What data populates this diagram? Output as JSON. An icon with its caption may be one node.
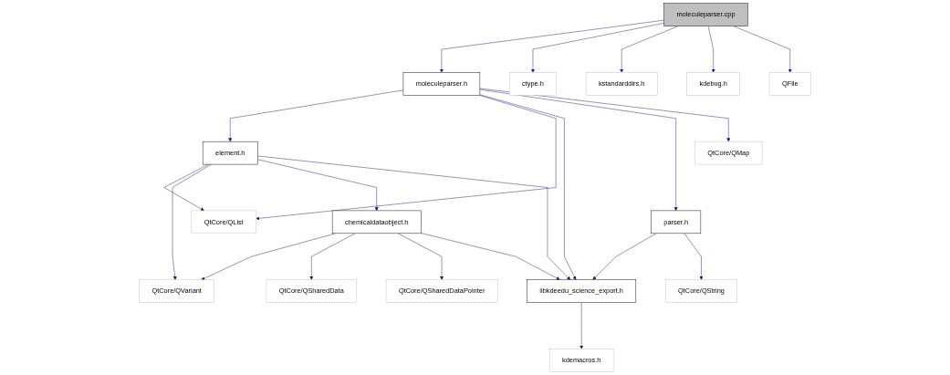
{
  "diagram": {
    "nodes": [
      {
        "text": [
          "moleculeparser.cpp"
        ]
      },
      {
        "text": [
          "moleculeparser.h"
        ]
      },
      {
        "text": [
          "ctype.h"
        ]
      },
      {
        "text": [
          "kstandarddirs.h"
        ]
      },
      {
        "text": [
          "kdebug.h"
        ]
      },
      {
        "text": [
          "QFile"
        ]
      },
      {
        "text": [
          "element.h"
        ]
      },
      {
        "text": [
          "parser.h"
        ]
      },
      {
        "text": [
          "QtCore/QMap"
        ]
      },
      {
        "text": [
          "QtCore/QList"
        ]
      },
      {
        "text": [
          "chemicaldataobject.h"
        ]
      },
      {
        "text": [
          "QtCore/QString"
        ]
      },
      {
        "text": [
          "QtCore/QVariant"
        ]
      },
      {
        "text": [
          "QtCore/QSharedData"
        ]
      },
      {
        "text": [
          "QtCore/QSharedDataPointer"
        ]
      },
      {
        "text": [
          "libkdeedu_science_export.h"
        ]
      },
      {
        "text": [
          "kdemacros.h"
        ]
      }
    ],
    "edges": [
      {
        "from": 0,
        "to": 1,
        "arrow": "to"
      },
      {
        "from": 0,
        "to": 2,
        "arrow": "to"
      },
      {
        "from": 0,
        "to": 3,
        "arrow": "to"
      },
      {
        "from": 0,
        "to": 4,
        "arrow": "to"
      },
      {
        "from": 0,
        "to": 5,
        "arrow": "to"
      },
      {
        "from": 1,
        "to": 6,
        "arrow": "to"
      },
      {
        "from": 1,
        "to": 9,
        "arrow": "to"
      },
      {
        "from": 1,
        "to": 15,
        "arrow": "to"
      },
      {
        "from": 1,
        "to": 7,
        "arrow": "to"
      },
      {
        "from": 1,
        "to": 8,
        "arrow": "to"
      },
      {
        "from": 6,
        "to": 9,
        "arrow": "to"
      },
      {
        "from": 6,
        "to": 12,
        "arrow": "to"
      },
      {
        "from": 6,
        "to": 10,
        "arrow": "to"
      },
      {
        "from": 6,
        "to": 15,
        "arrow": "to"
      },
      {
        "from": 7,
        "to": 15,
        "arrow": "to"
      },
      {
        "from": 7,
        "to": 11,
        "arrow": "to"
      },
      {
        "from": 10,
        "to": 12,
        "arrow": "to"
      },
      {
        "from": 10,
        "to": 13,
        "arrow": "to"
      },
      {
        "from": 10,
        "to": 14,
        "arrow": "to"
      },
      {
        "from": 10,
        "to": 15,
        "arrow": "to"
      },
      {
        "from": 15,
        "to": 16,
        "arrow": "to"
      }
    ]
  }
}
